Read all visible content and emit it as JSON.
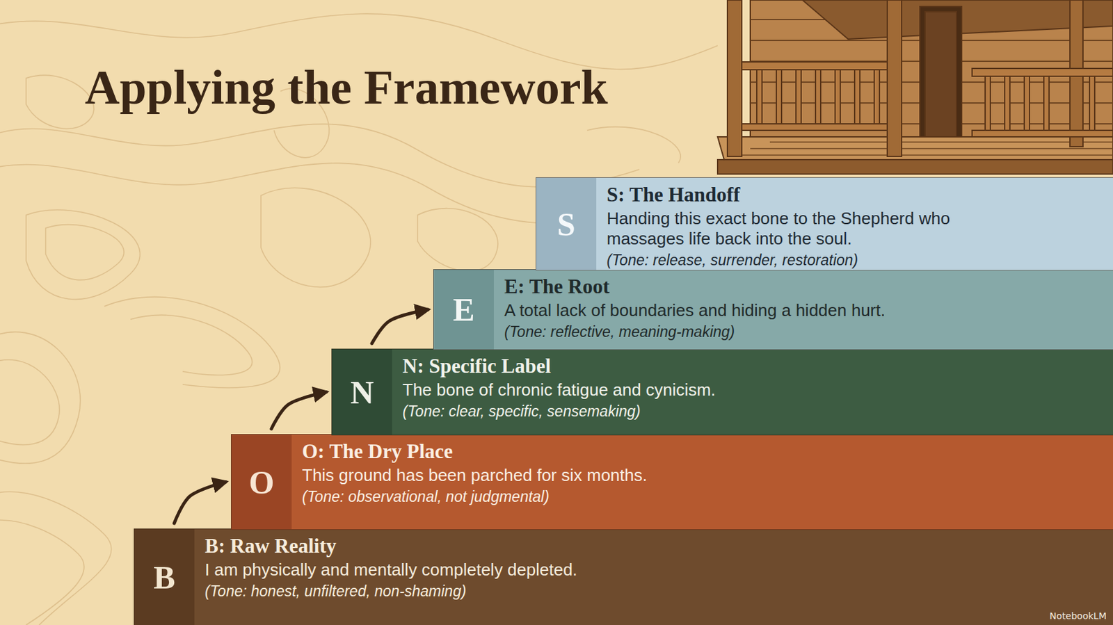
{
  "diagram": {
    "title": "Applying the Framework",
    "nodes": [
      {
        "text": [
          "B",
          "B: Raw Reality",
          "I am physically and mentally completely depleted.",
          "(Tone: honest, unfiltered, non-shaming)"
        ]
      },
      {
        "text": [
          "O",
          "O: The Dry Place",
          "This ground has been parched for six months.",
          "(Tone: observational, not judgmental)"
        ]
      },
      {
        "text": [
          "N",
          "N: Specific Label",
          "The bone of chronic fatigue and cynicism.",
          "(Tone: clear, specific, sensemaking)"
        ]
      },
      {
        "text": [
          "E",
          "E: The Root",
          "A total lack of boundaries and hiding a hidden hurt.",
          "(Tone: reflective, meaning-making)"
        ]
      },
      {
        "text": [
          "S",
          "S: The Handoff",
          "Handing this exact bone to the Shepherd who massages life back into the soul.",
          "(Tone: release, surrender, restoration)"
        ]
      }
    ],
    "edges": [
      {
        "from": 0,
        "to": 1,
        "arrow": "to"
      },
      {
        "from": 1,
        "to": 2,
        "arrow": "to"
      },
      {
        "from": 2,
        "to": 3,
        "arrow": "to"
      }
    ],
    "labels": [
      "NotebookLM"
    ]
  }
}
